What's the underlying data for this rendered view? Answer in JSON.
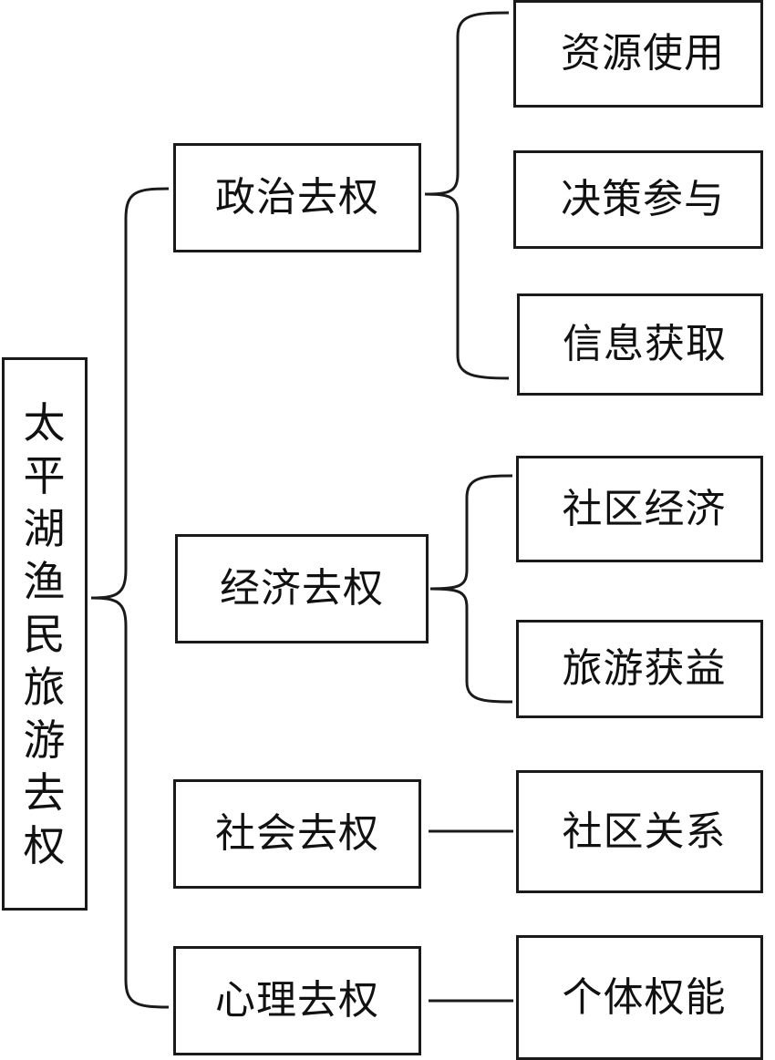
{
  "root": {
    "label": "太平湖渔民旅游去权"
  },
  "dimensions": [
    {
      "label": "政治去权",
      "items": [
        "资源使用",
        "决策参与",
        "信息获取"
      ]
    },
    {
      "label": "经济去权",
      "items": [
        "社区经济",
        "旅游获益"
      ]
    },
    {
      "label": "社会去权",
      "items": [
        "社区关系"
      ]
    },
    {
      "label": "心理去权",
      "items": [
        "个体权能"
      ]
    }
  ]
}
